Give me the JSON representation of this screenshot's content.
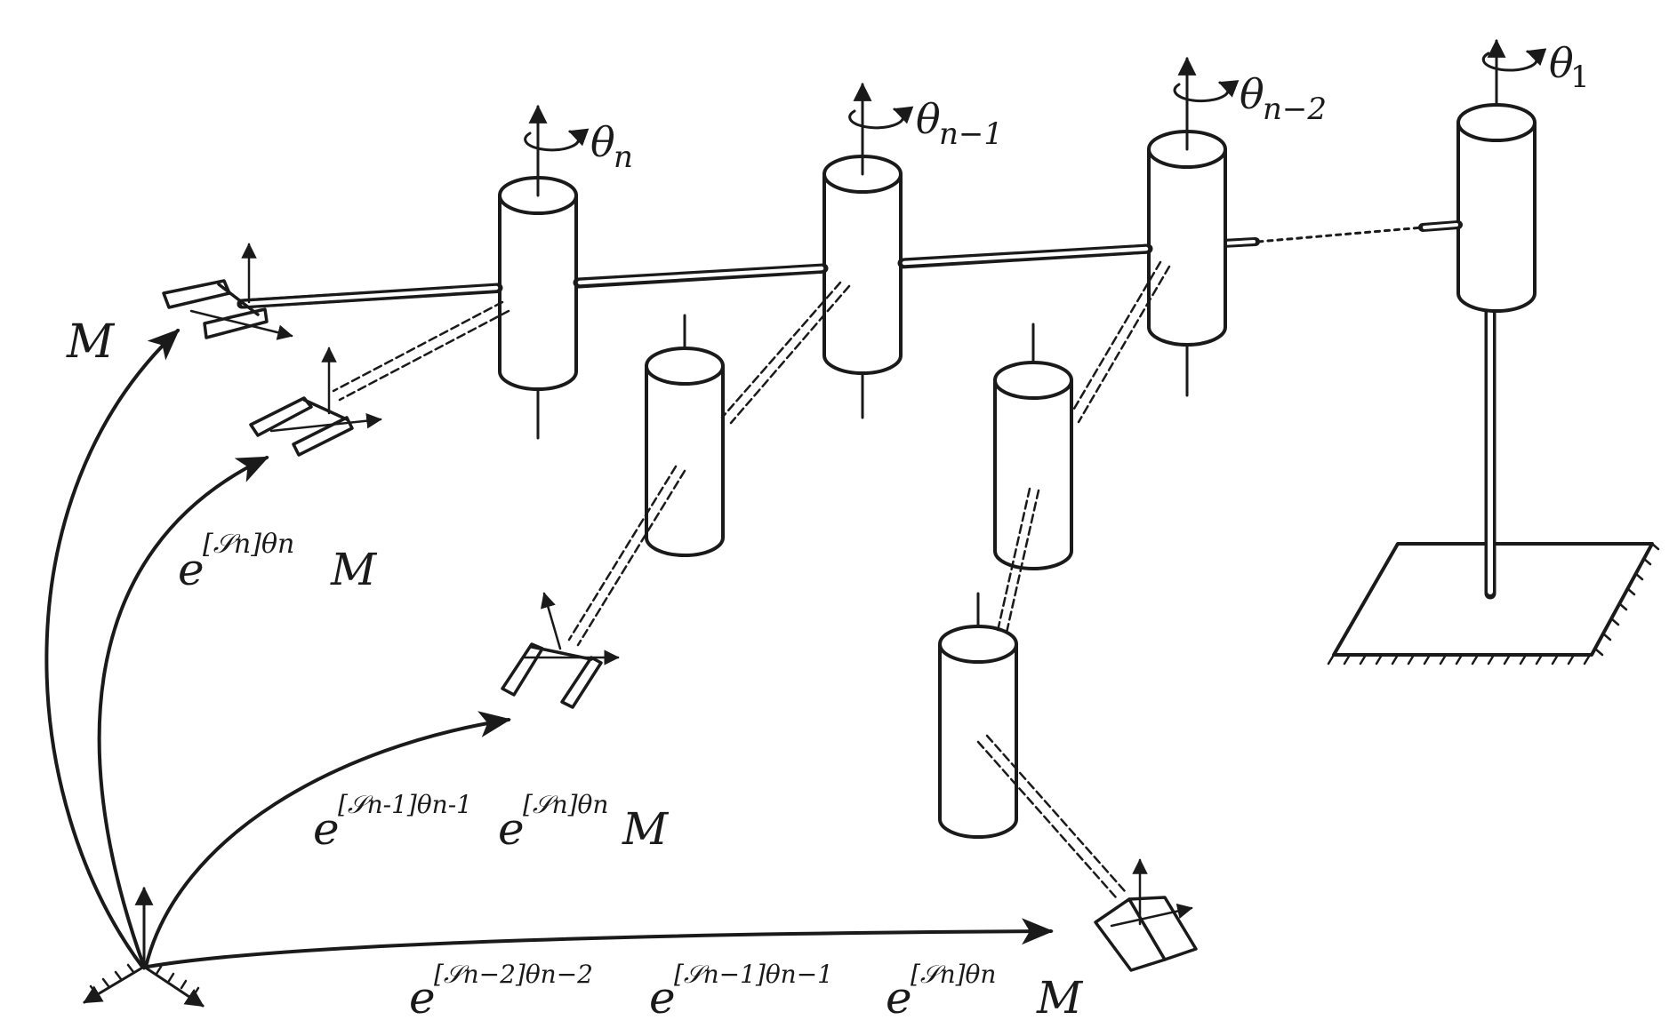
{
  "labels": {
    "theta_1": {
      "base": "θ",
      "sub": "1"
    },
    "theta_n": {
      "base": "θ",
      "sub": "n"
    },
    "theta_n_minus_1": {
      "base": "θ",
      "sub": "n−1"
    },
    "theta_n_minus_2": {
      "base": "θ",
      "sub": "n−2"
    },
    "M": "M",
    "expr_1": {
      "e": "e",
      "sup": "[𝒮n]θn",
      "tail": "M"
    },
    "expr_2": {
      "e1": "e",
      "sup1": "[𝒮n-1]θn-1",
      "e2": "e",
      "sup2": "[𝒮n]θn",
      "tail": "M"
    },
    "expr_3": {
      "e1": "e",
      "sup1": "[𝒮n−2]θn−2",
      "e2": "e",
      "sup2": "[𝒮n−1]θn−1",
      "e3": "e",
      "sup3": "[𝒮n]θn",
      "tail": "M"
    }
  },
  "colors": {
    "ink": "#1a1a1a",
    "background": "#ffffff"
  }
}
